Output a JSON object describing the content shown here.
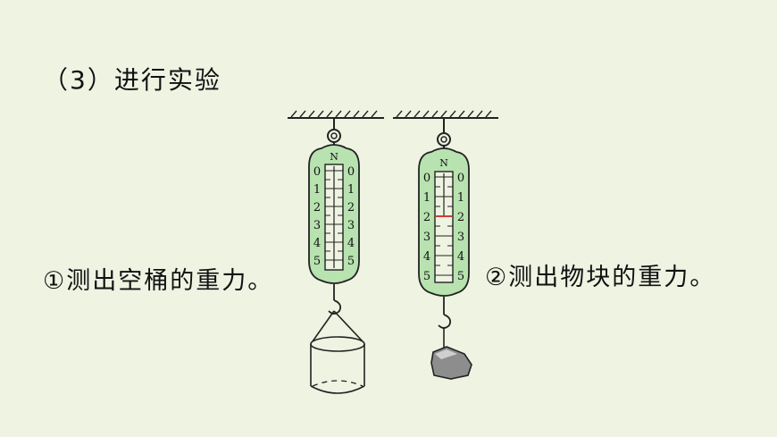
{
  "heading": "（3）进行实验",
  "steps": [
    {
      "label": "①测出空桶的重力。"
    },
    {
      "label": "②测出物块的重力。"
    }
  ],
  "scale": {
    "unit": "N",
    "ticks": [
      "0",
      "1",
      "2",
      "3",
      "4",
      "5"
    ]
  },
  "colors": {
    "background": "#eef3e2",
    "scale_body": "#b8e2b0",
    "pointer": "#d23a3a",
    "stone": "#8d8d8d"
  }
}
